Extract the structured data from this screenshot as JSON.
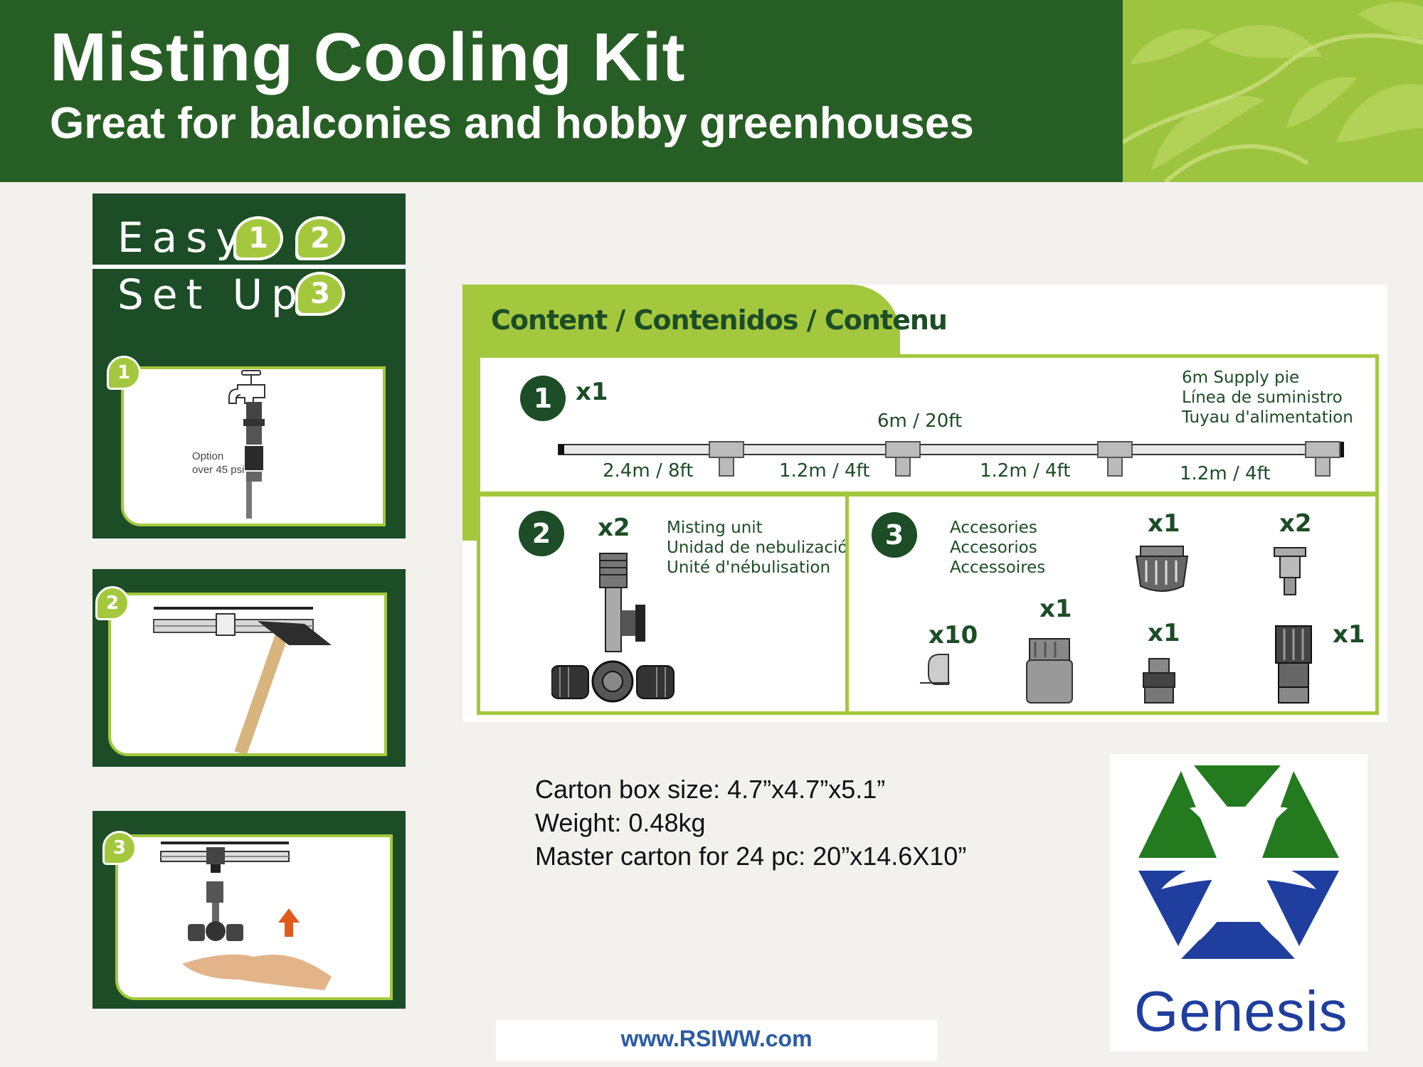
{
  "header": {
    "title": "Misting Cooling Kit",
    "subtitle": "Great for balconies and hobby greenhouses"
  },
  "setup": {
    "easy_word": "Easy",
    "setup_word": "Set Up",
    "badges": [
      "1",
      "2",
      "3"
    ],
    "option_line1": "Option",
    "option_line2": "over 45 psi",
    "step_numbers": [
      "1",
      "2",
      "3"
    ]
  },
  "content": {
    "tab_label": "Content / Contenidos / Contenu",
    "item1": {
      "num": "1",
      "qty": "x1",
      "total_length": "6m / 20ft",
      "desc": [
        "6m Supply pie",
        "Línea de suministro",
        "Tuyau d'alimentation"
      ],
      "segments": [
        "2.4m / 8ft",
        "1.2m / 4ft",
        "1.2m / 4ft",
        "1.2m / 4ft"
      ]
    },
    "item2": {
      "num": "2",
      "qty": "x2",
      "desc": [
        "Misting unit",
        "Unidad de nebulización",
        "Unité d'nébulisation"
      ]
    },
    "item3": {
      "num": "3",
      "desc": [
        "Accesories",
        "Accesorios",
        "Accessoires"
      ],
      "qty_filter": "x1",
      "qty_plug": "x2",
      "qty_clip": "x10",
      "qty_quick_connector": "x1",
      "qty_tap_connector": "x1",
      "qty_adapter": "x1"
    }
  },
  "specs": {
    "carton": "Carton box size: 4.7”x4.7”x5.1”",
    "weight": "Weight: 0.48kg",
    "master": "Master carton for 24 pc: 20”x14.6X10”"
  },
  "logo": {
    "name": "Genesis",
    "colors": {
      "green": "#237a1f",
      "blue": "#1f3e9e"
    }
  },
  "footer": {
    "url": "www.RSIWW.com"
  },
  "colors": {
    "dark_green": "#275e25",
    "lime": "#a3c83e",
    "panel_green": "#1c4d26"
  }
}
